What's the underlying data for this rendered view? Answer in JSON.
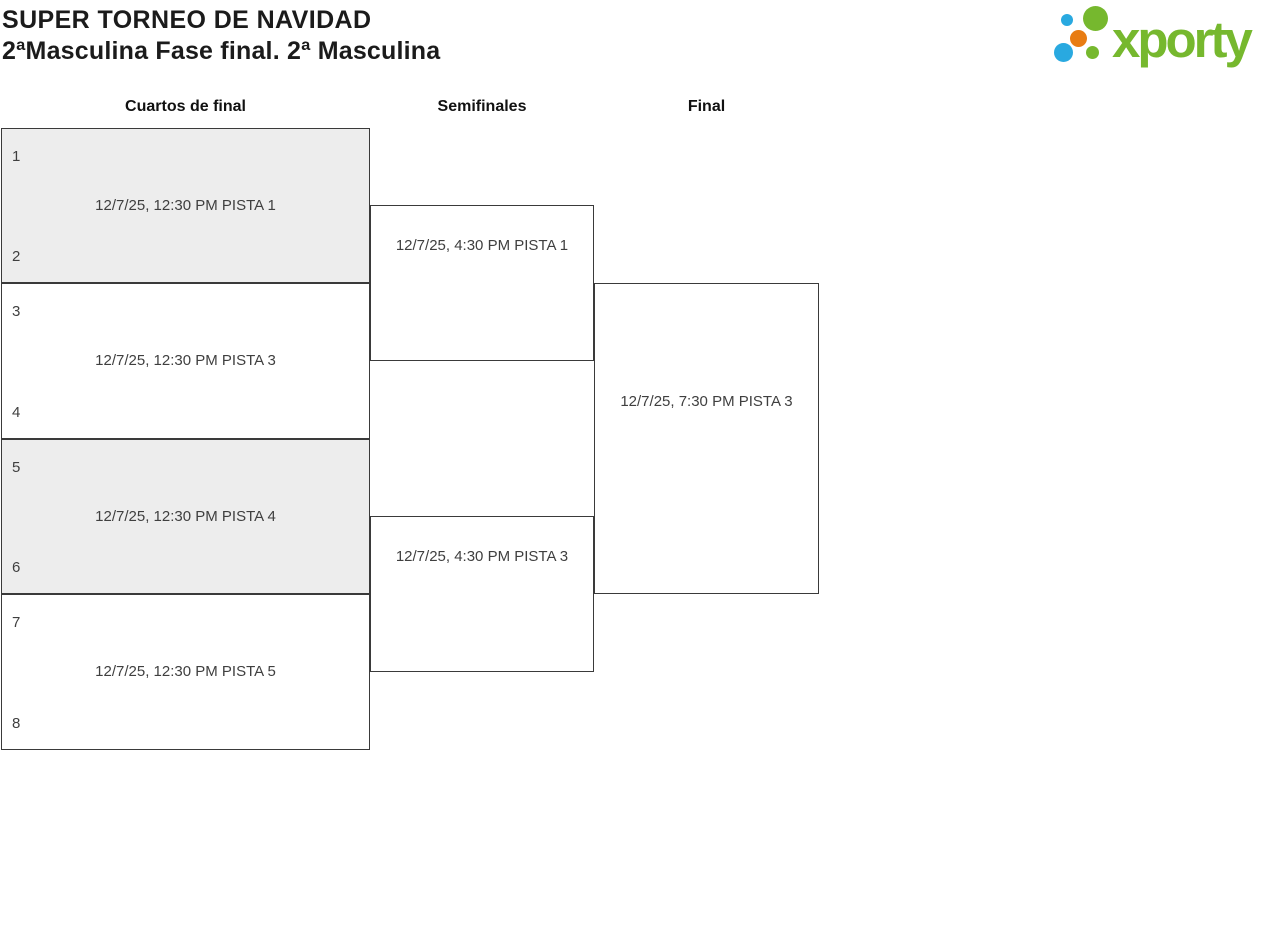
{
  "header": {
    "title": "SUPER TORNEO DE NAVIDAD",
    "subtitle": "2ªMasculina Fase final. 2ª Masculina"
  },
  "logo": {
    "wordmark": "xporty",
    "colors": {
      "green": "#76b82e",
      "blue": "#29a9e0",
      "orange": "#e87c12"
    }
  },
  "bracket": {
    "colors": {
      "shaded_box": "#ededed",
      "box_border": "#3a3a3a",
      "text": "#3f3f3f"
    },
    "rounds": [
      {
        "label": "Cuartos de final",
        "matches": [
          {
            "seed_top": "1",
            "seed_bottom": "2",
            "info": "12/7/25, 12:30 PM PISTA 1"
          },
          {
            "seed_top": "3",
            "seed_bottom": "4",
            "info": "12/7/25, 12:30 PM PISTA 3"
          },
          {
            "seed_top": "5",
            "seed_bottom": "6",
            "info": "12/7/25, 12:30 PM PISTA 4"
          },
          {
            "seed_top": "7",
            "seed_bottom": "8",
            "info": "12/7/25, 12:30 PM PISTA 5"
          }
        ]
      },
      {
        "label": "Semifinales",
        "matches": [
          {
            "info": "12/7/25, 4:30 PM PISTA 1"
          },
          {
            "info": "12/7/25, 4:30 PM PISTA 3"
          }
        ]
      },
      {
        "label": "Final",
        "matches": [
          {
            "info": "12/7/25, 7:30 PM PISTA 3"
          }
        ]
      }
    ]
  }
}
